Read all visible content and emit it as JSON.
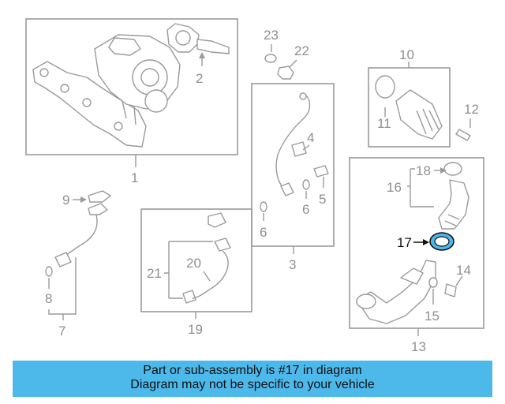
{
  "labels": {
    "c1": "1",
    "c2": "2",
    "c3": "3",
    "c4": "4",
    "c5": "5",
    "c6a": "6",
    "c6b": "6",
    "c7": "7",
    "c8": "8",
    "c9": "9",
    "c10": "10",
    "c11": "11",
    "c12": "12",
    "c13": "13",
    "c14": "14",
    "c15": "15",
    "c16": "16",
    "c17": "17",
    "c18": "18",
    "c19": "19",
    "c20": "20",
    "c21": "21",
    "c22": "22",
    "c23": "23"
  },
  "highlight": {
    "part_number": "17",
    "color": "#4db8ea"
  },
  "banner": {
    "line1": "Part or sub-assembly is #17 in diagram",
    "line2": "Diagram may not be specific to your vehicle",
    "color": "#4db8ea"
  }
}
